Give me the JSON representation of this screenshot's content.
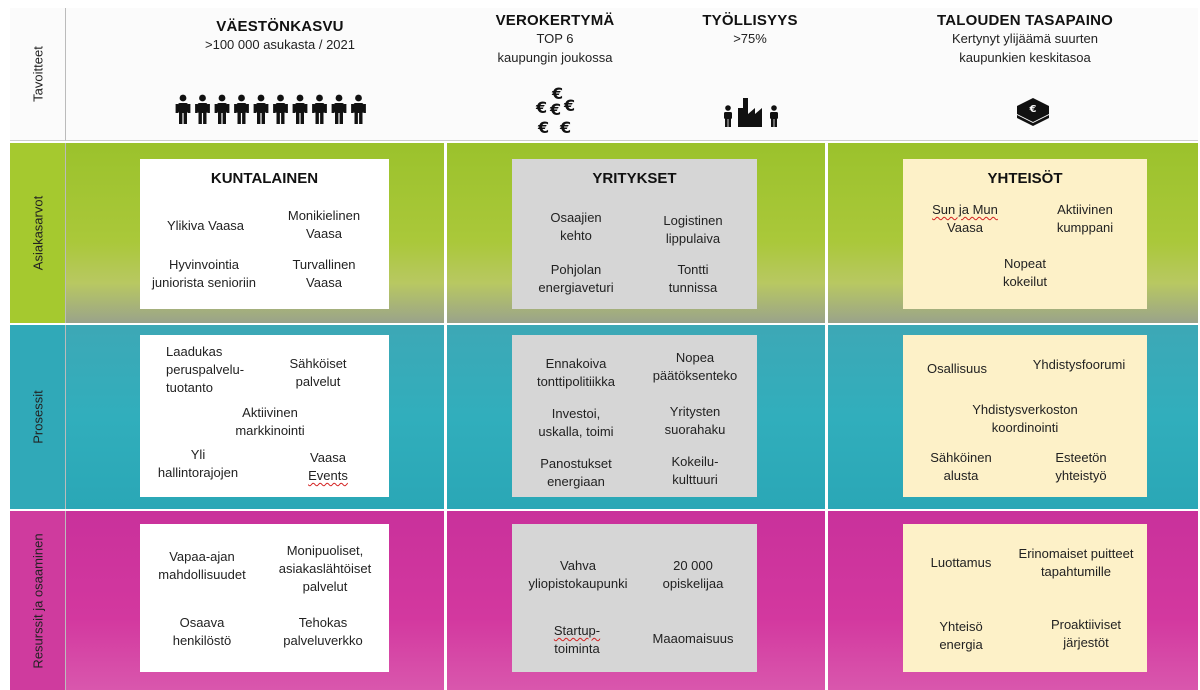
{
  "row_labels": {
    "goals": "Tavoitteet",
    "customer_values": "Asiakasarvot",
    "processes": "Prosessit",
    "resources": "Resurssit ja osaaminen"
  },
  "goals": [
    {
      "title": "VÄESTÖNKASVU",
      "desc": [
        ">100 000 asukasta / 2021"
      ],
      "icon": "people-row-icon"
    },
    {
      "title": "VEROKERTYMÄ",
      "desc": [
        "TOP 6",
        "kaupungin joukossa"
      ],
      "icon": "euro-signs-icon"
    },
    {
      "title": "TYÖLLISYYS",
      "desc": [
        ">75%"
      ],
      "icon": "factory-workers-icon"
    },
    {
      "title": "TALOUDEN TASAPAINO",
      "desc": [
        "Kertynyt ylijäämä suurten",
        "kaupunkien keskitasoa"
      ],
      "icon": "money-stack-icon"
    }
  ],
  "customer_values": {
    "kuntalainen": {
      "title": "KUNTALAINEN",
      "items": [
        [
          "Ylikiva Vaasa"
        ],
        [
          "Monikielinen",
          "Vaasa"
        ],
        [
          "Hyvinvointia",
          "juniorista senioriin"
        ],
        [
          "Turvallinen",
          "Vaasa"
        ]
      ]
    },
    "yritykset": {
      "title": "YRITYKSET",
      "items": [
        [
          "Osaajien",
          "kehto"
        ],
        [
          "Logistinen",
          "lippulaiva"
        ],
        [
          "Pohjolan",
          "energiaveturi"
        ],
        [
          "Tontti",
          "tunnissa"
        ]
      ]
    },
    "yhteisot": {
      "title": "YHTEISÖT",
      "items": [
        [
          "Sun ja Mun",
          "Vaasa"
        ],
        [
          "Aktiivinen",
          "kumppani"
        ],
        [
          "Nopeat",
          "kokeilut"
        ]
      ]
    }
  },
  "processes": {
    "kuntalainen": [
      [
        "Laadukas",
        "peruspalvelu-",
        "tuotanto"
      ],
      [
        "Sähköiset",
        "palvelut"
      ],
      [
        "Aktiivinen",
        "markkinointi"
      ],
      [
        "Yli",
        "hallintorajojen"
      ],
      [
        "Vaasa",
        "Events"
      ]
    ],
    "yritykset": [
      [
        "Ennakoiva",
        "tonttipolitiikka"
      ],
      [
        "Nopea",
        "päätöksenteko"
      ],
      [
        "Investoi,",
        "uskalla, toimi"
      ],
      [
        "Yritysten",
        "suorahaku"
      ],
      [
        "Panostukset",
        "energiaan"
      ],
      [
        "Kokeilu-",
        "kulttuuri"
      ]
    ],
    "yhteisot": [
      [
        "Osallisuus"
      ],
      [
        "Yhdistysfoorumi"
      ],
      [
        "Yhdistysverkoston",
        "koordinointi"
      ],
      [
        "Sähköinen",
        "alusta"
      ],
      [
        "Esteetön",
        "yhteistyö"
      ]
    ]
  },
  "resources": {
    "kuntalainen": [
      [
        "Vapaa-ajan",
        "mahdollisuudet"
      ],
      [
        "Monipuoliset,",
        "asiakaslähtöiset",
        "palvelut"
      ],
      [
        "Osaava",
        "henkilöstö"
      ],
      [
        "Tehokas",
        "palveluverkko"
      ]
    ],
    "yritykset": [
      [
        "Vahva",
        "yliopistokaupunki"
      ],
      [
        "20 000",
        "opiskelijaa"
      ],
      [
        "Startup-",
        "toiminta"
      ],
      [
        "Maaomaisuus"
      ]
    ],
    "yhteisot": [
      [
        "Luottamus"
      ],
      [
        "Erinomaiset puitteet",
        "tapahtumille"
      ],
      [
        "Yhteisö",
        "energia"
      ],
      [
        "Proaktiiviset",
        "järjestöt"
      ]
    ]
  }
}
